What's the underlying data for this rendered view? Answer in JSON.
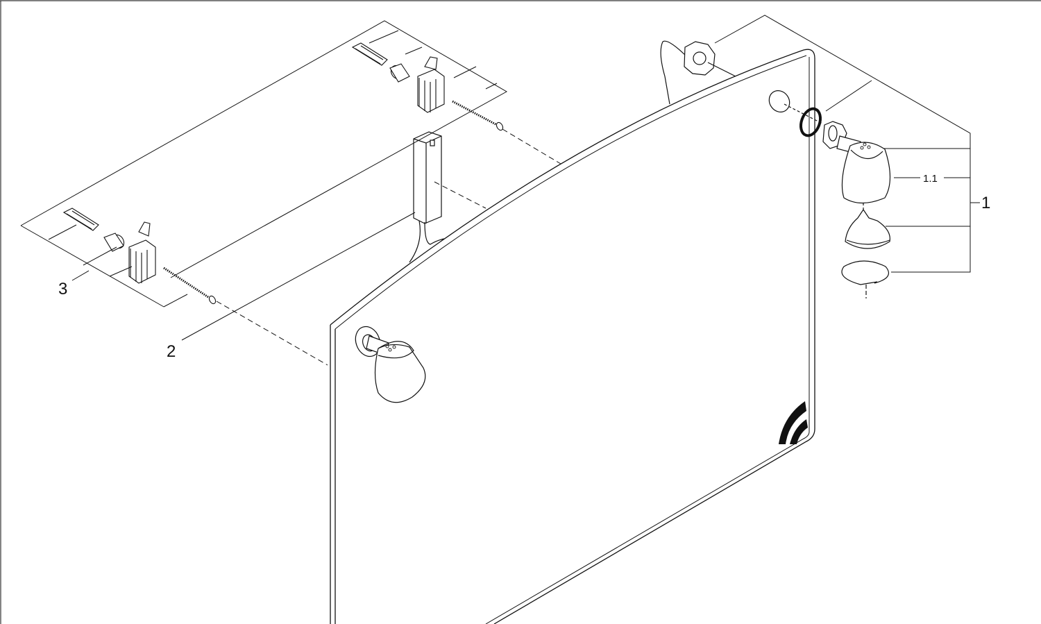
{
  "callouts": {
    "c1": "1",
    "c1_1": "1.1",
    "c2": "2",
    "c3": "3"
  },
  "colors": {
    "line": "#111111",
    "paper": "#ffffff",
    "frame": "#333333"
  }
}
